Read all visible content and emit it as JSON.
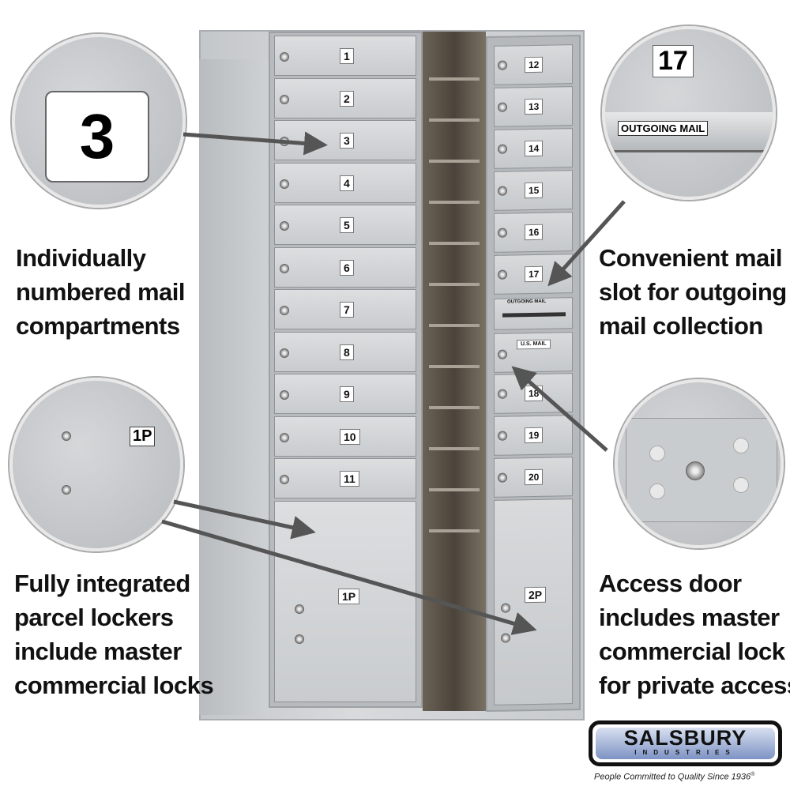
{
  "mailbox": {
    "left_doors": [
      "1",
      "2",
      "3",
      "4",
      "5",
      "6",
      "7",
      "8",
      "9",
      "10",
      "11"
    ],
    "left_parcel": "1P",
    "right_doors_top": [
      "12",
      "13",
      "14",
      "15",
      "16",
      "17"
    ],
    "outgoing_label": "OUTGOING MAIL",
    "usmail_label": "U.S. MAIL",
    "right_doors_bottom": [
      "18",
      "19",
      "20"
    ],
    "right_parcel": "2P"
  },
  "callouts": {
    "numbered": [
      "Individually",
      "numbered mail",
      "compartments"
    ],
    "outgoing": [
      "Convenient mail",
      "slot for outgoing",
      "mail collection"
    ],
    "parcel": [
      "Fully integrated",
      "parcel lockers",
      "include master",
      "commercial locks"
    ],
    "access": [
      "Access door",
      "includes master",
      "commercial lock",
      "for private access"
    ]
  },
  "zoom_circles": {
    "number_3": "3",
    "number_17": "17",
    "outgoing_mail": "OUTGOING MAIL",
    "parcel_1p": "1P"
  },
  "logo": {
    "brand": "SALSBURY",
    "sub": "INDUSTRIES",
    "tagline": "People Committed to Quality Since 1936",
    "registered": "®"
  }
}
